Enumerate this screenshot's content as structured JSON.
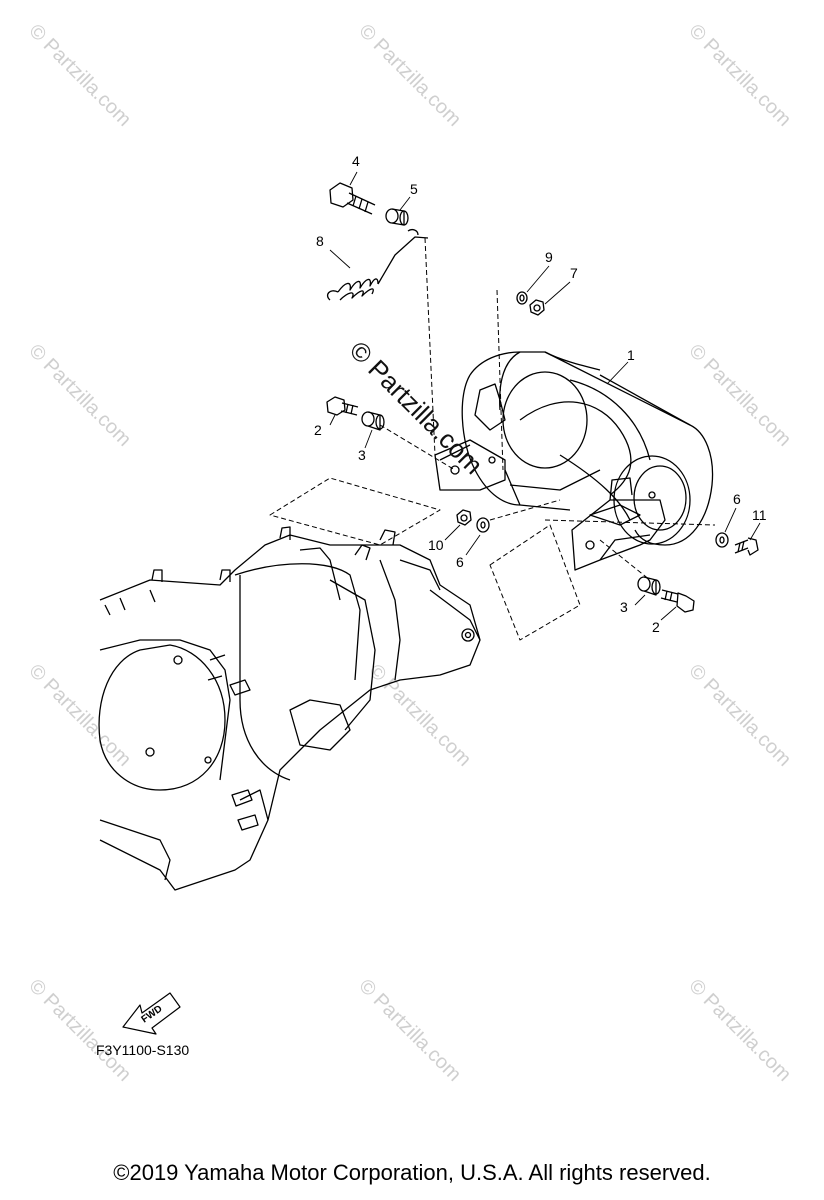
{
  "watermark": "© Partzilla.com",
  "diagram_code": "F3Y1100-S130",
  "copyright": "©2019  Yamaha Motor Corporation, U.S.A. All rights reserved.",
  "fwd_label": "FWD",
  "callouts": {
    "c1": "1",
    "c2a": "2",
    "c2b": "2",
    "c3a": "3",
    "c3b": "3",
    "c4": "4",
    "c5": "5",
    "c6a": "6",
    "c6b": "6",
    "c7": "7",
    "c8": "8",
    "c9": "9",
    "c10": "10",
    "c11": "11"
  }
}
